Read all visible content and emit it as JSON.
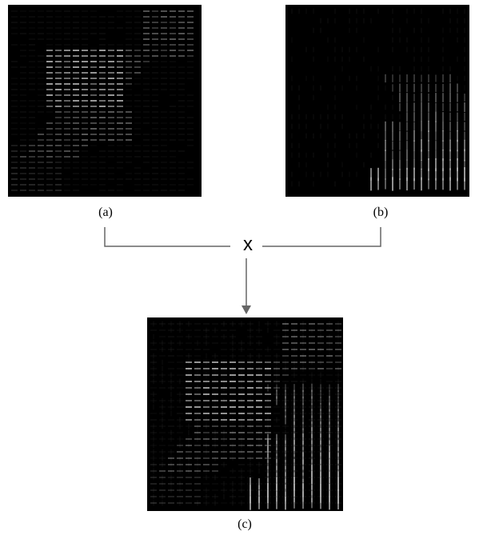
{
  "captions": {
    "a": "(a)",
    "b": "(b)",
    "c": "(c)"
  },
  "operator": "x",
  "colors": {
    "background": "#000000",
    "stroke": "#ffffff",
    "connector": "#666666"
  }
}
